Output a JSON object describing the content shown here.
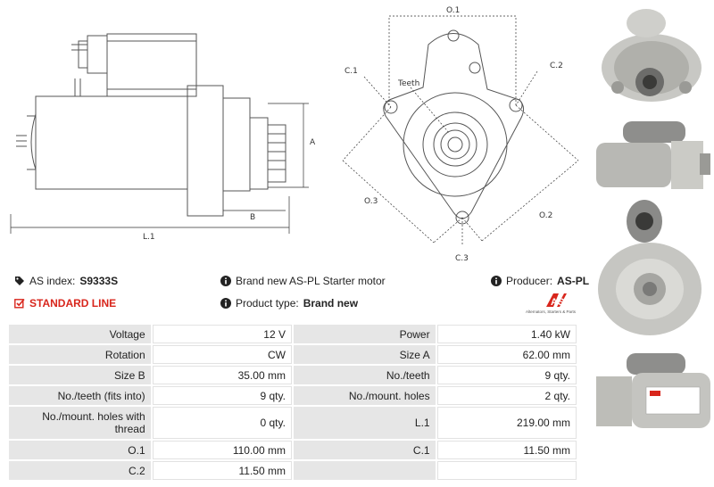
{
  "drawing": {
    "labels": {
      "dim_a": "A",
      "dim_b": "B",
      "dim_l1": "L.1",
      "dim_o1": "O.1",
      "dim_o2": "O.2",
      "dim_o3": "O.3",
      "dim_c1": "C.1",
      "dim_c2": "C.2",
      "dim_c3": "C.3",
      "teeth": "Teeth"
    }
  },
  "info": {
    "as_index_label": "AS index:",
    "as_index_value": "S9333S",
    "description": "Brand new AS-PL Starter motor",
    "producer_label": "Producer:",
    "producer_value": "AS-PL",
    "standard_line": "STANDARD LINE",
    "product_type_label": "Product type:",
    "product_type_value": "Brand new"
  },
  "brand": {
    "logo": "AS",
    "tagline": "Alternators, Starters & Parts"
  },
  "specs": [
    [
      {
        "k": "Voltage",
        "v": "12 V"
      },
      {
        "k": "Power",
        "v": "1.40 kW"
      }
    ],
    [
      {
        "k": "Rotation",
        "v": "CW"
      },
      {
        "k": "Size A",
        "v": "62.00 mm"
      }
    ],
    [
      {
        "k": "Size B",
        "v": "35.00 mm"
      },
      {
        "k": "No./teeth",
        "v": "9 qty."
      }
    ],
    [
      {
        "k": "No./teeth (fits into)",
        "v": "9 qty."
      },
      {
        "k": "No./mount. holes",
        "v": "2 qty."
      }
    ],
    [
      {
        "k": "No./mount. holes with thread",
        "v": "0 qty."
      },
      {
        "k": "L.1",
        "v": "219.00 mm"
      }
    ],
    [
      {
        "k": "O.1",
        "v": "110.00 mm"
      },
      {
        "k": "C.1",
        "v": "11.50 mm"
      }
    ],
    [
      {
        "k": "C.2",
        "v": "11.50 mm"
      },
      {
        "k": "",
        "v": ""
      }
    ]
  ],
  "colors": {
    "accent_red": "#d8261c",
    "key_cell_bg": "#e6e6e6"
  }
}
